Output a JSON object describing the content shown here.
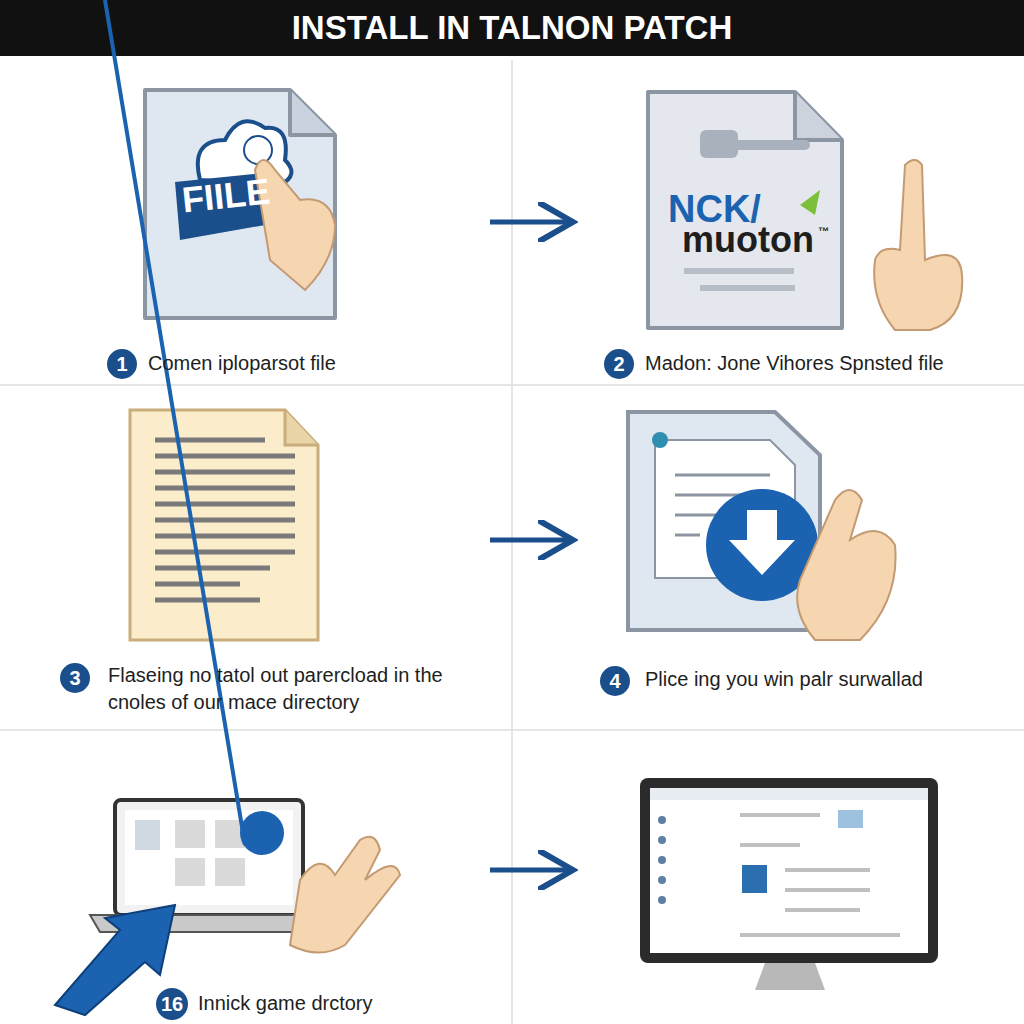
{
  "diagram": {
    "title": "INSTALL IN TALNON PATCH",
    "nodes": [
      {
        "text": [
          "Comen iploparsot file"
        ]
      },
      {
        "text": [
          "1"
        ],
        "in": 0
      },
      {
        "text": [
          "Madon: Jone Vihores Spnsted file"
        ]
      },
      {
        "text": [
          "2"
        ],
        "in": 2
      },
      {
        "text": [
          "Flaseing no tatol out parercload in the cnoles of our mace directory"
        ]
      },
      {
        "text": [
          "3"
        ],
        "in": 4
      },
      {
        "text": [
          "Plice ing you win palr surwallad"
        ]
      },
      {
        "text": [
          "4"
        ],
        "in": 6
      },
      {
        "text": [
          "Innick game drctory"
        ]
      },
      {
        "text": [
          "16"
        ],
        "in": 8
      },
      {
        "text": []
      }
    ],
    "edges": [
      {
        "from": 0,
        "to": 2,
        "arrow": "to"
      },
      {
        "from": 4,
        "to": 6,
        "arrow": "to"
      },
      {
        "from": 8,
        "to": 10,
        "arrow": "to"
      }
    ],
    "labels": [
      "FIILE",
      "NCK/",
      "muoton",
      "™"
    ]
  }
}
